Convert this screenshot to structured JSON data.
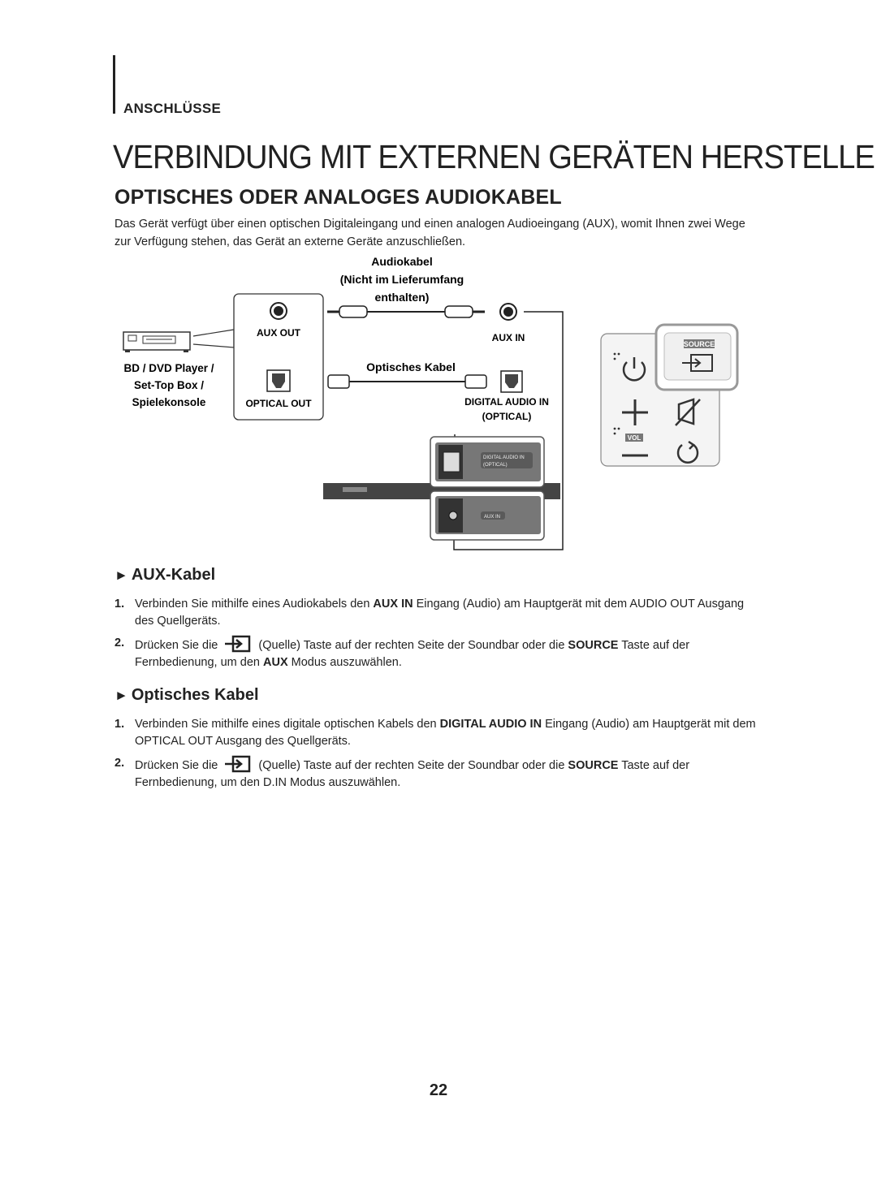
{
  "header": {
    "section_label": "ANSCHLÜSSE",
    "title": "VERBINDUNG MIT EXTERNEN GERÄTEN HERSTELLEN",
    "subtitle": "OPTISCHES ODER ANALOGES AUDIOKABEL",
    "intro": "Das Gerät verfügt über einen optischen Digitaleingang und einen analogen Audioeingang (AUX), womit Ihnen zwei Wege zur Verfügung stehen, das Gerät an externe Geräte anzuschließen."
  },
  "diagram": {
    "audio_cable_line1": "Audiokabel",
    "audio_cable_line2": "(Nicht im Lieferumfang",
    "audio_cable_line3": "enthalten)",
    "aux_out": "AUX OUT",
    "aux_in": "AUX IN",
    "optical_cable": "Optisches Kabel",
    "optical_out": "OPTICAL OUT",
    "digital_audio_in": "DIGITAL AUDIO IN",
    "optical": "(OPTICAL)",
    "source_line1": "BD / DVD Player /",
    "source_line2": "Set-Top Box /",
    "source_line3": "Spielekonsole",
    "panel_digital_audio_in": "DIGITAL AUDIO IN",
    "panel_optical": "(OPTICAL)",
    "panel_aux_in": "AUX IN",
    "remote_source": "SOURCE",
    "remote_vol": "VOL",
    "icons": [
      "source-device-icon",
      "aux-jack-icon",
      "optical-port-icon",
      "power-icon",
      "source-input-icon",
      "plus-icon",
      "mute-icon",
      "minus-icon",
      "repeat-icon"
    ]
  },
  "aux_section": {
    "heading": "AUX-Kabel",
    "step1_num": "1.",
    "step1_a": "Verbinden Sie mithilfe eines Audiokabels den ",
    "step1_kw": "AUX IN",
    "step1_b": " Eingang (Audio) am Hauptgerät mit dem AUDIO OUT Ausgang des Quellgeräts.",
    "step2_num": "2.",
    "step2_a": "Drücken Sie die",
    "step2_b": "(Quelle) Taste auf der rechten Seite der Soundbar oder die ",
    "step2_kw": "SOURCE",
    "step2_c": " Taste auf der Fernbedienung, um den ",
    "step2_kw2": "AUX",
    "step2_d": " Modus auszuwählen."
  },
  "optical_section": {
    "heading": "Optisches Kabel",
    "step1_num": "1.",
    "step1_a": "Verbinden Sie mithilfe eines digitale optischen Kabels den ",
    "step1_kw": "DIGITAL AUDIO IN",
    "step1_b": " Eingang (Audio) am Hauptgerät mit dem OPTICAL OUT Ausgang des Quellgeräts.",
    "step2_num": "2.",
    "step2_a": "Drücken Sie die",
    "step2_b": "(Quelle) Taste auf der rechten Seite der Soundbar oder die ",
    "step2_kw": "SOURCE",
    "step2_c": " Taste auf der Fernbedienung, um den D.IN Modus auszuwählen."
  },
  "page_number": "22"
}
